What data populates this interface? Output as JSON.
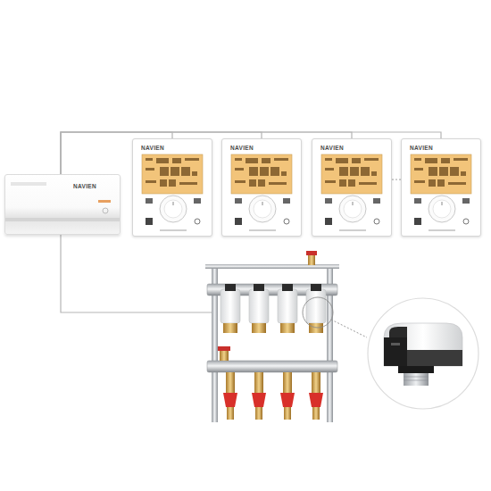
{
  "diagram": {
    "nodes": [
      {
        "text": [
          "NAVIEN"
        ]
      },
      {
        "text": [
          "NAVIEN"
        ]
      },
      {
        "text": [
          "NAVIEN"
        ]
      },
      {
        "text": [
          "NAVIEN"
        ]
      },
      {
        "text": [
          "NAVIEN"
        ]
      }
    ],
    "edges": [
      {
        "from": 0,
        "to": 1,
        "arrow": "none"
      },
      {
        "from": 0,
        "to": 2,
        "arrow": "none"
      },
      {
        "from": 0,
        "to": 3,
        "arrow": "none"
      },
      {
        "from": 0,
        "to": 4,
        "arrow": "none"
      },
      {
        "from": 3,
        "to": 4,
        "arrow": "none"
      }
    ]
  }
}
